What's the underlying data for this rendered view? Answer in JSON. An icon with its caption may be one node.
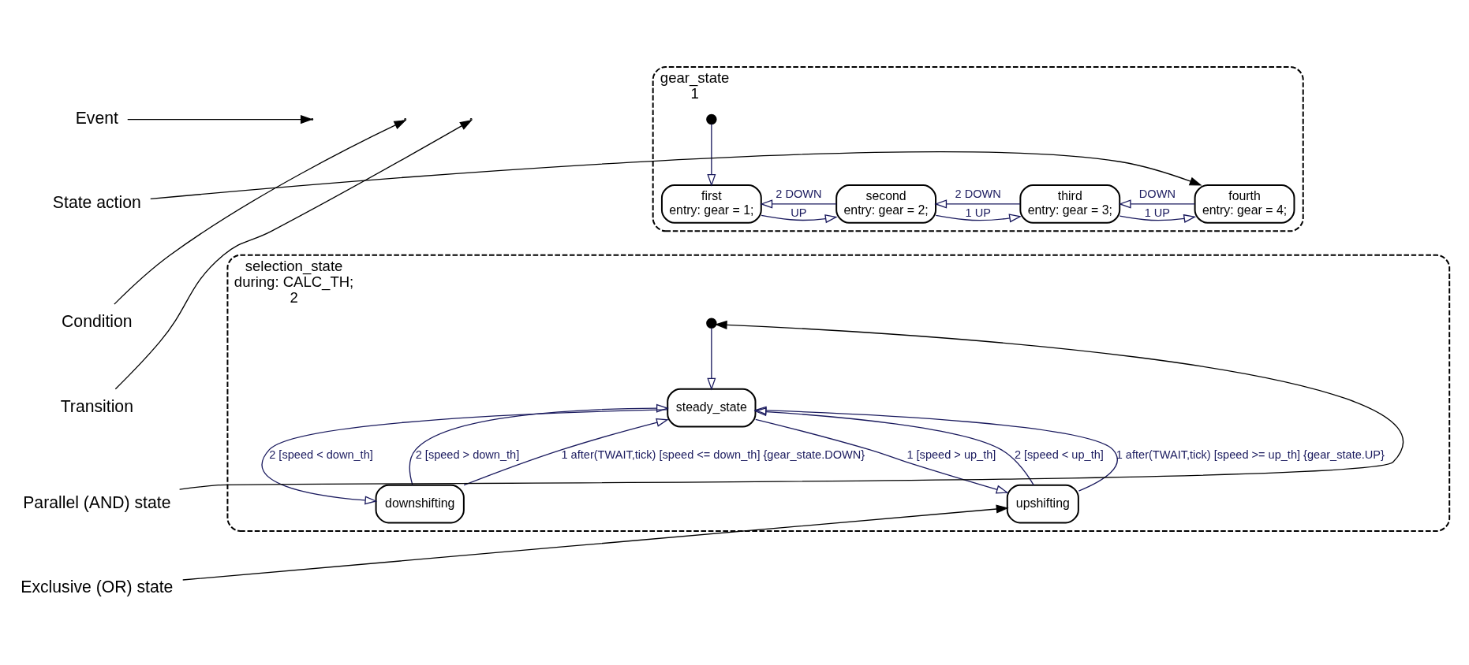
{
  "diagram": {
    "nodes": [
      {
        "text": [
          "gear_state",
          "1"
        ]
      },
      {
        "text": [
          "first",
          "entry: gear = 1;"
        ],
        "in": 0
      },
      {
        "text": [
          "second",
          "entry: gear = 2;"
        ],
        "in": 0
      },
      {
        "text": [
          "third",
          "entry: gear = 3;"
        ],
        "in": 0
      },
      {
        "text": [
          "fourth",
          "entry: gear = 4;"
        ],
        "in": 0
      },
      {
        "text": [],
        "shape": "circle",
        "in": 0
      },
      {
        "text": [
          "selection_state",
          "during: CALC_TH;",
          "2"
        ]
      },
      {
        "text": [],
        "shape": "circle",
        "in": 6
      },
      {
        "text": [
          "steady_state"
        ],
        "in": 6
      },
      {
        "text": [
          "downshifting"
        ],
        "in": 6
      },
      {
        "text": [
          "upshifting"
        ],
        "in": 6
      },
      {
        "text": [
          "Event"
        ]
      },
      {
        "text": [
          "State action"
        ]
      },
      {
        "text": [
          "Condition"
        ]
      },
      {
        "text": [
          "Transition"
        ]
      },
      {
        "text": [
          "Parallel (AND) state"
        ]
      },
      {
        "text": [
          "Exclusive (OR) state"
        ]
      }
    ],
    "edges": [
      {
        "from": 5,
        "to": 1,
        "arrow": "to"
      },
      {
        "from": 1,
        "to": 2,
        "arrow": "to",
        "label": "UP"
      },
      {
        "from": 2,
        "to": 1,
        "arrow": "to",
        "label": "2 DOWN"
      },
      {
        "from": 2,
        "to": 3,
        "arrow": "to",
        "label": "1 UP"
      },
      {
        "from": 3,
        "to": 2,
        "arrow": "to",
        "label": "2 DOWN"
      },
      {
        "from": 3,
        "to": 4,
        "arrow": "to",
        "label": "1 UP"
      },
      {
        "from": 4,
        "to": 3,
        "arrow": "to",
        "label": "DOWN"
      },
      {
        "from": 7,
        "to": 8,
        "arrow": "to"
      },
      {
        "from": 8,
        "to": 9,
        "arrow": "to",
        "label": "2 [speed < down_th]"
      },
      {
        "from": 8,
        "to": 10,
        "arrow": "to",
        "label": "1 [speed > up_th]"
      },
      {
        "from": 9,
        "to": 8,
        "arrow": "to",
        "label": "2 [speed > down_th]"
      },
      {
        "from": 9,
        "to": 8,
        "arrow": "to",
        "label": "1 after(TWAIT,tick) [speed <= down_th] {gear_state.DOWN}"
      },
      {
        "from": 10,
        "to": 8,
        "arrow": "to",
        "label": "2 [speed < up_th]"
      },
      {
        "from": 10,
        "to": 8,
        "arrow": "to",
        "label": "1 after(TWAIT,tick) [speed >= up_th] {gear_state.UP}"
      },
      {
        "from": 11,
        "to": null,
        "arrow": "to",
        "color": "#000000"
      },
      {
        "from": 12,
        "to": 4,
        "arrow": "to",
        "color": "#000000"
      },
      {
        "from": 13,
        "to": null,
        "arrow": "to",
        "color": "#000000"
      },
      {
        "from": 14,
        "to": null,
        "arrow": "to",
        "color": "#000000"
      },
      {
        "from": 15,
        "to": 6,
        "arrow": "to",
        "color": "#000000"
      },
      {
        "from": 16,
        "to": 10,
        "arrow": "to",
        "color": "#000000"
      }
    ]
  }
}
